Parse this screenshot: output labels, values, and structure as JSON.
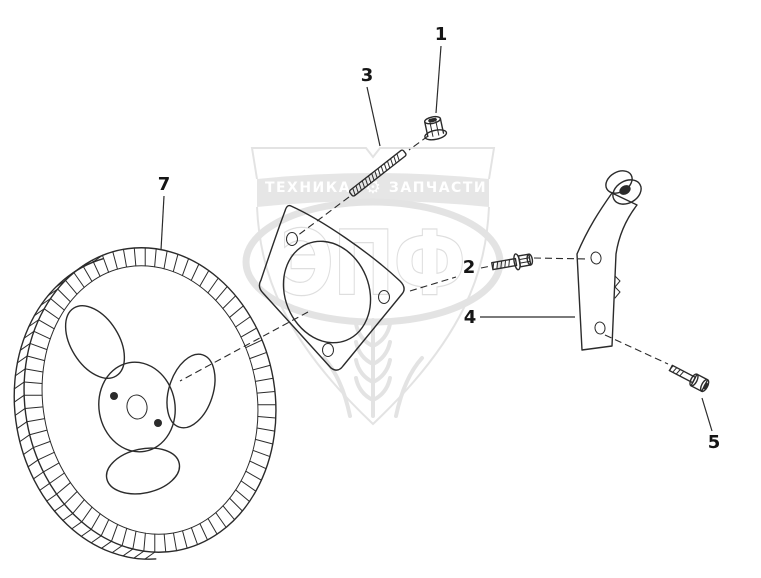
{
  "canvas": {
    "background": "#ffffff",
    "line_color": "#2b2b2b"
  },
  "callouts": [
    {
      "id": "1"
    },
    {
      "id": "2"
    },
    {
      "id": "3"
    },
    {
      "id": "4"
    },
    {
      "id": "5"
    },
    {
      "id": "7"
    }
  ],
  "watermark": {
    "color": "#c9c9c9",
    "banner_left": "ТЕХНИКА",
    "banner_right": "ЗАПЧАСТИ",
    "gear_icon_glyph": "⚙",
    "monogram": "ЭПФ"
  }
}
